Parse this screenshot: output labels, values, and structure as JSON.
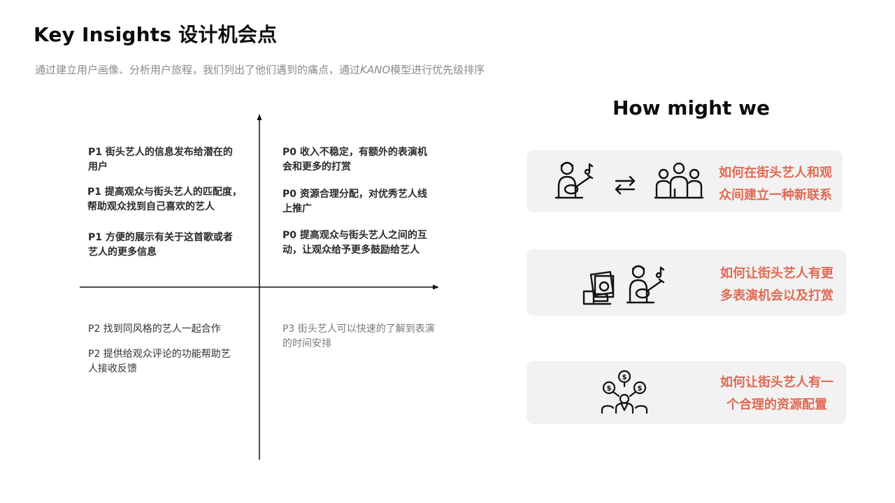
{
  "header": {
    "title": "Key Insights 设计机会点",
    "subtitle_part1": "通过建立用户画像、分析用户旅程，我们列出了他们遇到的痛点，通过",
    "subtitle_kano": "KANO",
    "subtitle_part2": "模型进行优先级排序"
  },
  "quadrants": {
    "top_left": [
      "P1 街头艺人的信息发布给潜在的用户",
      "P1 提高观众与街头艺人的匹配度，帮助观众找到自己喜欢的艺人",
      "P1 方便的展示有关于这首歌或者艺人的更多信息"
    ],
    "top_right": [
      "P0 收入不稳定，有额外的表演机会和更多的打赏",
      "P0 资源合理分配，对优秀艺人线上推广",
      "P0 提高观众与街头艺人之间的互动，让观众给予更多鼓励给艺人"
    ],
    "bottom_left": [
      "P2 找到同风格的艺人一起合作",
      "P2 提供给观众评论的功能帮助艺人接收反馈"
    ],
    "bottom_right": [
      "P3 街头艺人可以快速的了解到表演的时间安排"
    ]
  },
  "hmw": {
    "title": "How might we",
    "cards": [
      {
        "line1": "如何在街头艺人和观",
        "line2": "众间建立一种新联系",
        "icons": [
          "guitarist-icon",
          "exchange-arrows-icon",
          "audience-group-icon"
        ]
      },
      {
        "line1": "如何让街头艺人有更",
        "line2": "多表演机会以及打赏",
        "icons": [
          "cash-in-hand-icon",
          "guitarist-icon"
        ]
      },
      {
        "line1": "如何让街头艺人有一",
        "line2": "个合理的资源配置",
        "icons": [
          "money-distribution-icon"
        ]
      }
    ],
    "accent_color": "#e06a54",
    "card_background": "#f2f2f2"
  }
}
